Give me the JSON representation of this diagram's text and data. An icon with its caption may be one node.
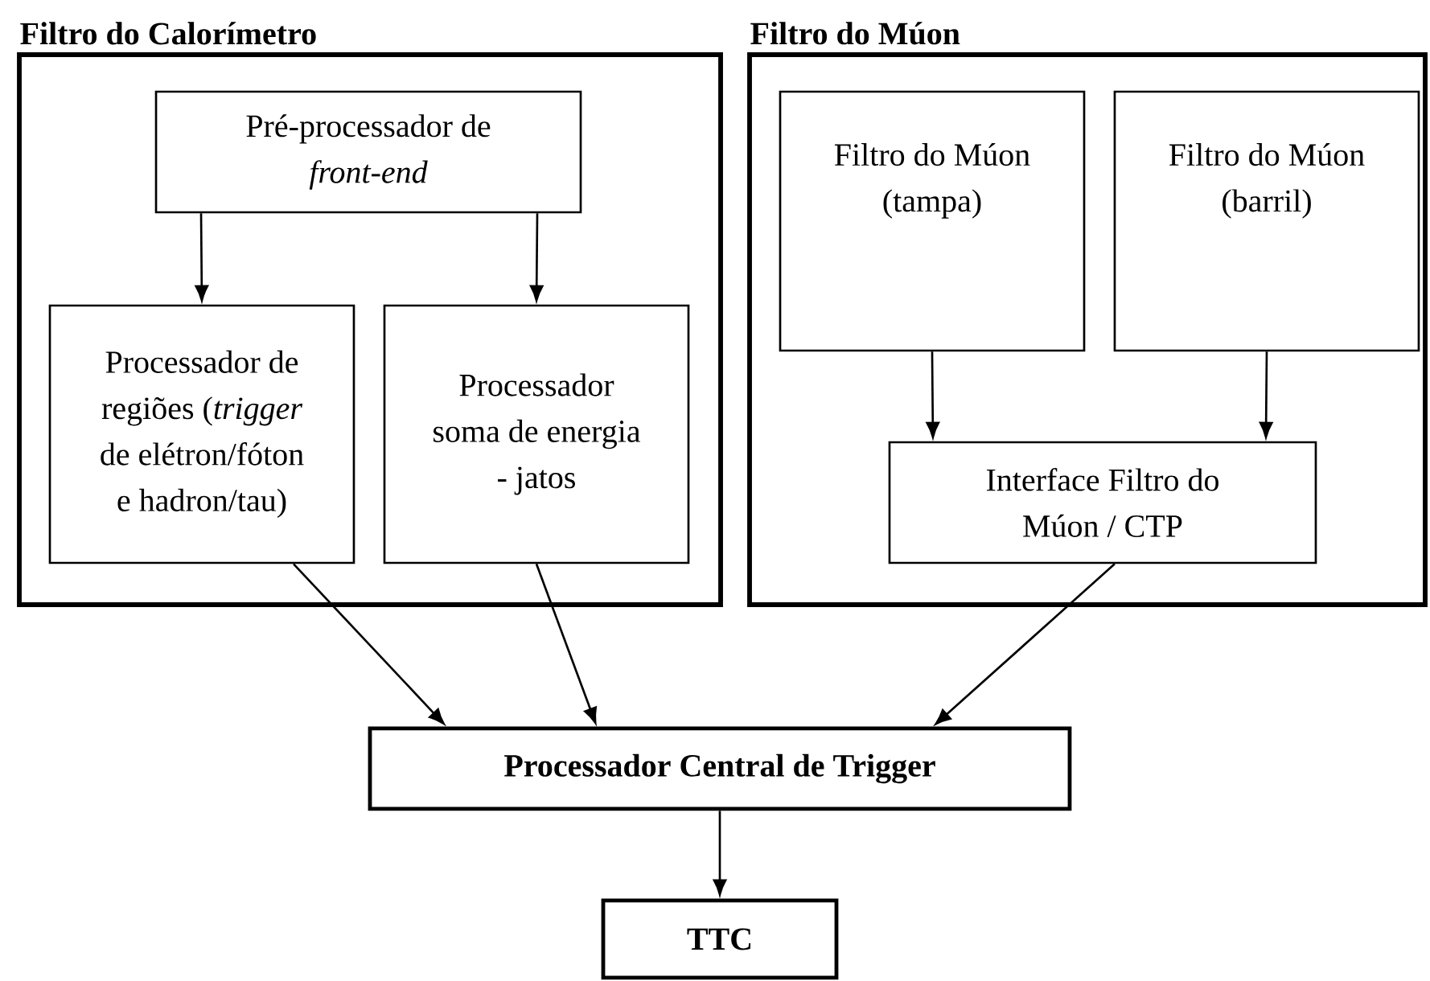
{
  "diagram": {
    "nodes": [
      {
        "text": [
          "Filtro do Calorímetro"
        ]
      },
      {
        "text": [
          "Pré-processador de *front-end*"
        ],
        "in": 0
      },
      {
        "text": [
          "Processador de regiões (*trigger* de elétron/fóton e hadron/tau)"
        ],
        "in": 0
      },
      {
        "text": [
          "Processador soma de energia - jatos"
        ],
        "in": 0
      },
      {
        "text": [
          "Filtro do Múon"
        ]
      },
      {
        "text": [
          "Filtro do Múon (tampa)"
        ],
        "in": 4
      },
      {
        "text": [
          "Filtro do Múon (barril)"
        ],
        "in": 4
      },
      {
        "text": [
          "Interface Filtro do Múon / CTP"
        ],
        "in": 4
      },
      {
        "text": [
          "Processador Central de Trigger"
        ]
      },
      {
        "text": [
          "TTC"
        ]
      }
    ],
    "edges": [
      {
        "from": 1,
        "to": 2,
        "arrow": "to"
      },
      {
        "from": 1,
        "to": 3,
        "arrow": "to"
      },
      {
        "from": 5,
        "to": 7,
        "arrow": "to"
      },
      {
        "from": 6,
        "to": 7,
        "arrow": "to"
      },
      {
        "from": 2,
        "to": 8,
        "arrow": "to"
      },
      {
        "from": 3,
        "to": 8,
        "arrow": "to"
      },
      {
        "from": 7,
        "to": 8,
        "arrow": "to"
      },
      {
        "from": 8,
        "to": 9,
        "arrow": "to"
      }
    ]
  }
}
